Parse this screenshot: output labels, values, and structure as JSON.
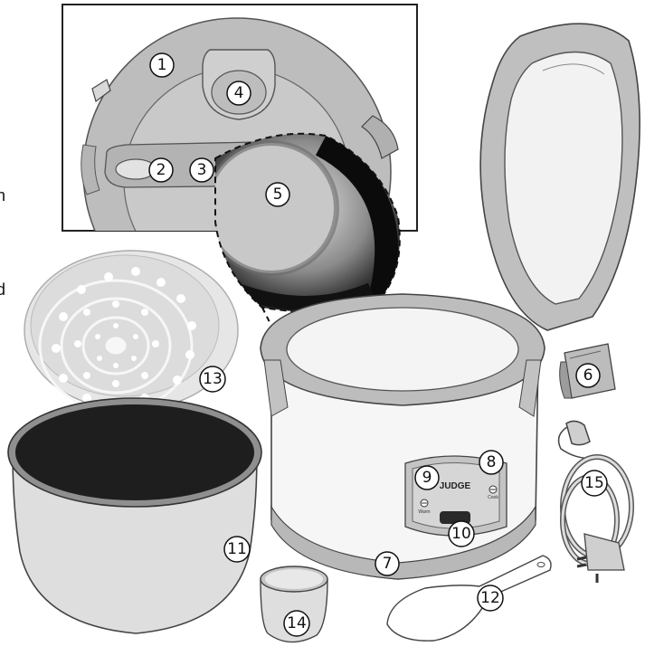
{
  "diagram": {
    "callouts": [
      {
        "id": "1",
        "label": "1"
      },
      {
        "id": "2",
        "label": "2"
      },
      {
        "id": "3",
        "label": "3"
      },
      {
        "id": "4",
        "label": "4"
      },
      {
        "id": "5",
        "label": "5"
      },
      {
        "id": "6",
        "label": "6"
      },
      {
        "id": "7",
        "label": "7"
      },
      {
        "id": "8",
        "label": "8"
      },
      {
        "id": "9",
        "label": "9"
      },
      {
        "id": "10",
        "label": "10"
      },
      {
        "id": "11",
        "label": "11"
      },
      {
        "id": "12",
        "label": "12"
      },
      {
        "id": "13",
        "label": "13"
      },
      {
        "id": "14",
        "label": "14"
      },
      {
        "id": "15",
        "label": "15"
      }
    ],
    "panel": {
      "brand": "JUDGE",
      "warm_label": "Warm",
      "cook_label": "Cook"
    },
    "edge_text": {
      "line1": "n",
      "line2": "d"
    }
  }
}
